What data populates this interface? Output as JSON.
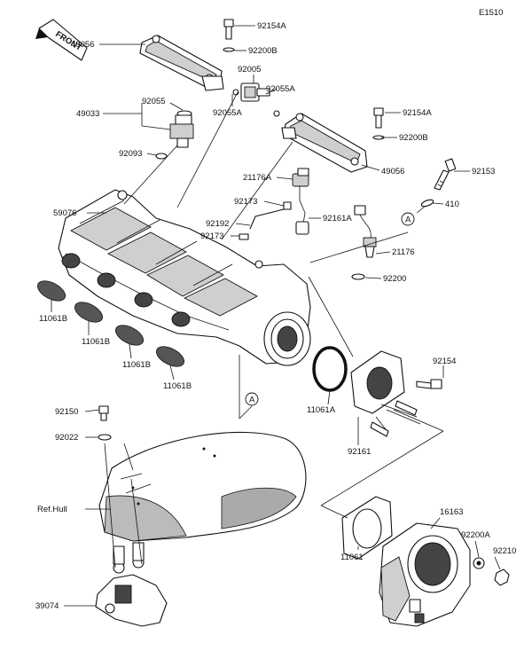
{
  "diagram_code": "E1510",
  "front_label": "FRONT",
  "callouts": {
    "c92154A_top": "92154A",
    "c49056_top": "49056",
    "c92200B_top": "92200B",
    "c92005": "92005",
    "c92055A_right": "92055A",
    "c92055_top": "92055",
    "c49033": "49033",
    "c92055A_left": "92055A",
    "c92154A_right": "92154A",
    "c92200B_right": "92200B",
    "c92093": "92093",
    "c49056_right": "49056",
    "c92153": "92153",
    "c21176A": "21176A",
    "c410": "410",
    "c92173_top": "92173",
    "c92161A": "92161A",
    "c59076": "59076",
    "c92192": "92192",
    "c92173_low": "92173",
    "c21176": "21176",
    "c92200": "92200",
    "c11061B_1": "11061B",
    "c11061B_2": "11061B",
    "c11061B_3": "11061B",
    "c11061B_4": "11061B",
    "c92154": "92154",
    "c11061A": "11061A",
    "c92150": "92150",
    "c92022": "92022",
    "c92161": "92161",
    "c16163": "16163",
    "c92200A": "92200A",
    "c92210": "92210",
    "c_refhull": "Ref.Hull",
    "c11061": "11061",
    "c39074": "39074"
  },
  "reference_markers": {
    "marker_a_right": "A",
    "marker_a_center": "A"
  }
}
